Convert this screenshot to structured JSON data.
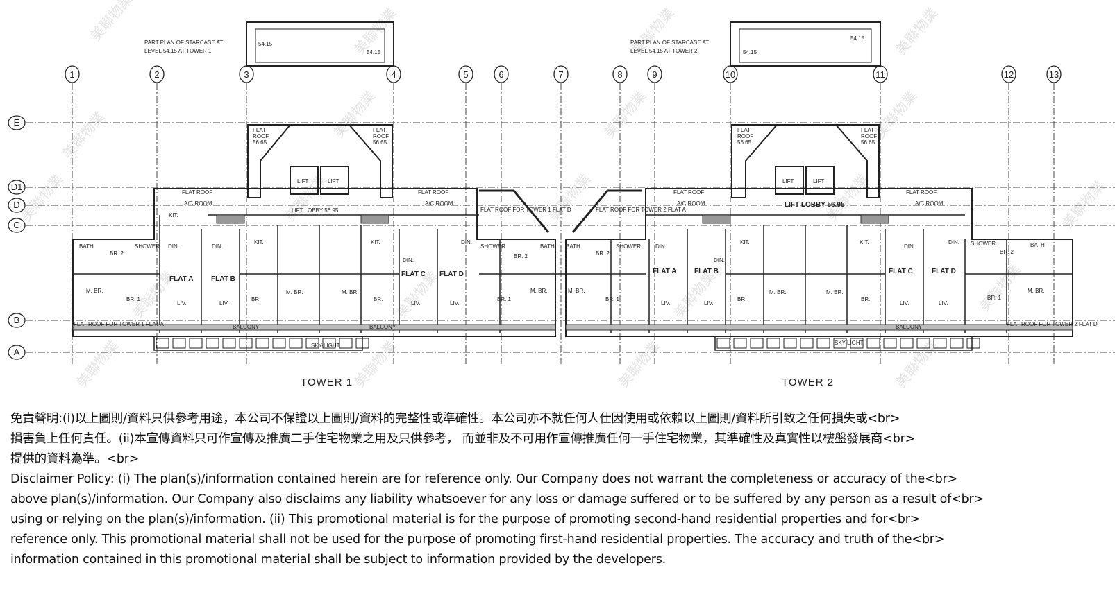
{
  "grid": {
    "columns": [
      "1",
      "2",
      "3",
      "4",
      "5",
      "6",
      "7",
      "8",
      "9",
      "10",
      "11",
      "12",
      "13"
    ],
    "rows": [
      "E",
      "D1",
      "D",
      "C",
      "B",
      "A"
    ]
  },
  "plan": {
    "stair_note_t1": [
      "PART PLAN OF STARCASE AT",
      "LEVEL 54.15 AT TOWER 1"
    ],
    "stair_note_t2": [
      "PART PLAN OF STARCASE AT",
      "LEVEL 54.15 AT TOWER 2"
    ],
    "level_54_15": "54.15",
    "flat_roof_56_65": [
      "FLAT",
      "ROOF",
      "56.65"
    ],
    "lift": "LIFT",
    "lift_lobby_t1": "LIFT LOBBY 56.95",
    "lift_lobby_t2": "LIFT LOBBY 56.95",
    "flat_roof": "FLAT ROOF",
    "ac_room": "A/C ROOM",
    "kit": "KIT.",
    "bath": "BATH",
    "shower": "SHOWER",
    "din": "DIN.",
    "liv": "LIV.",
    "mbr": "M. BR.",
    "br": "BR.",
    "br1": "BR. 1",
    "br2": "BR. 2",
    "flat_a": "FLAT A",
    "flat_b": "FLAT B",
    "flat_c": "FLAT C",
    "flat_d": "FLAT D",
    "balcony": "BALCONY",
    "sky_light": "SKY-LIGHT",
    "fr_t1_d": "FLAT ROOF FOR TOWER 1 FLAT D",
    "fr_t2_a": "FLAT ROOF FOR TOWER 2 FLAT A",
    "fr_t1_a": "FLAT ROOF FOR TOWER 1 FLAT A",
    "fr_t2_d": "FLAT ROOF FOR TOWER 2 FLAT D",
    "tower1": "TOWER 1",
    "tower2": "TOWER 2"
  },
  "watermark": "美聯物業",
  "disclaimer": {
    "zh": [
      "免責聲明:(i)以上圖則/資料只供參考用途，本公司不保證以上圖則/資料的完整性或準確性。本公司亦不就任何人仕因使用或依賴以上圖則/資料所引致之任何損失或<br>",
      "損害負上任何責任。(ii)本宣傳資料只可作宣傳及推廣二手住宅物業之用及只供參考， 而並非及不可用作宣傳推廣任何一手住宅物業，其準確性及真實性以樓盤發展商<br>",
      "提供的資料為準。<br>"
    ],
    "en": [
      "Disclaimer Policy: (i) The plan(s)/information contained herein are for reference only. Our Company does not warrant the completeness or accuracy of the<br>",
      "above plan(s)/information. Our Company also disclaims any liability whatsoever for any loss or damage suffered or to be suffered by any person as a result of<br>",
      "using or relying on the plan(s)/information. (ii) This promotional material is for the purpose of promoting second-hand residential properties and for<br>",
      "reference only. This promotional material shall not be used for the purpose of promoting first-hand residential properties. The accuracy and truth of the<br>",
      "information contained in this promotional material shall be subject to information provided by the developers."
    ]
  }
}
